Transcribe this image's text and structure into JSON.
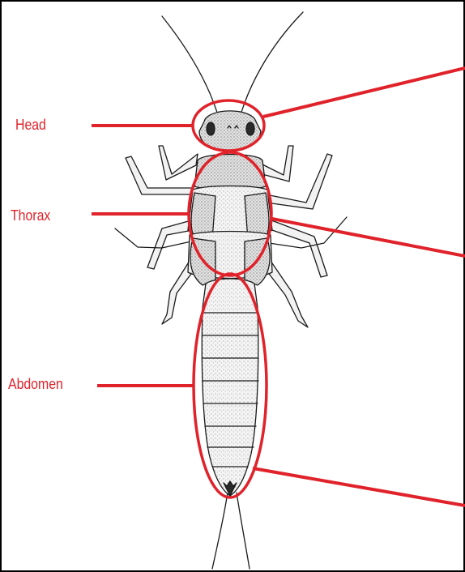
{
  "labels": {
    "head": "Head",
    "thorax": "Thorax",
    "abdomen": "Abdomen"
  },
  "colors": {
    "annotation": "#e0222a",
    "ink": "#1a1a1a",
    "border": "#000000",
    "background": "#ffffff"
  }
}
